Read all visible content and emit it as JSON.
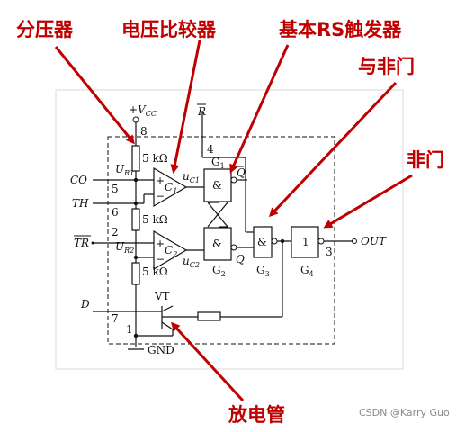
{
  "annotations": {
    "voltage_divider": "分压器",
    "comparator": "电压比较器",
    "rs_flipflop": "基本RS触发器",
    "nand_gate": "与非门",
    "not_gate": "非门",
    "discharge_tube": "放电管"
  },
  "circuit": {
    "vcc": "+V",
    "vcc_sub": "CC",
    "pin_vcc": "8",
    "pin_reset": "4",
    "pin_co": "5",
    "pin_th": "6",
    "pin_tr": "2",
    "pin_d": "7",
    "pin_gnd": "1",
    "pin_out": "3",
    "co": "CO",
    "th": "TH",
    "tr": "TR",
    "d": "D",
    "out": "OUT",
    "gnd": "GND",
    "reset": "R",
    "r1": "5 kΩ",
    "r2": "5 kΩ",
    "r3": "5 kΩ",
    "ur1": "U",
    "ur1_sub": "R1",
    "ur2": "U",
    "ur2_sub": "R2",
    "uc1": "u",
    "uc1_sub": "C1",
    "uc2": "u",
    "uc2_sub": "C2",
    "c1": "C",
    "c1_sub": "1",
    "c2": "C",
    "c2_sub": "2",
    "g1": "G",
    "g1_sub": "1",
    "g2": "G",
    "g2_sub": "2",
    "g3": "G",
    "g3_sub": "3",
    "g4": "G",
    "g4_sub": "4",
    "nand_symbol": "&",
    "not_symbol": "1",
    "q_bar": "Q",
    "q": "Q",
    "vt": "VT",
    "plus": "+",
    "minus": "−"
  },
  "watermark": "CSDN @Karry Guo",
  "colors": {
    "annotation": "#c00000",
    "line": "#111111",
    "frame": "#d9d9d9"
  }
}
